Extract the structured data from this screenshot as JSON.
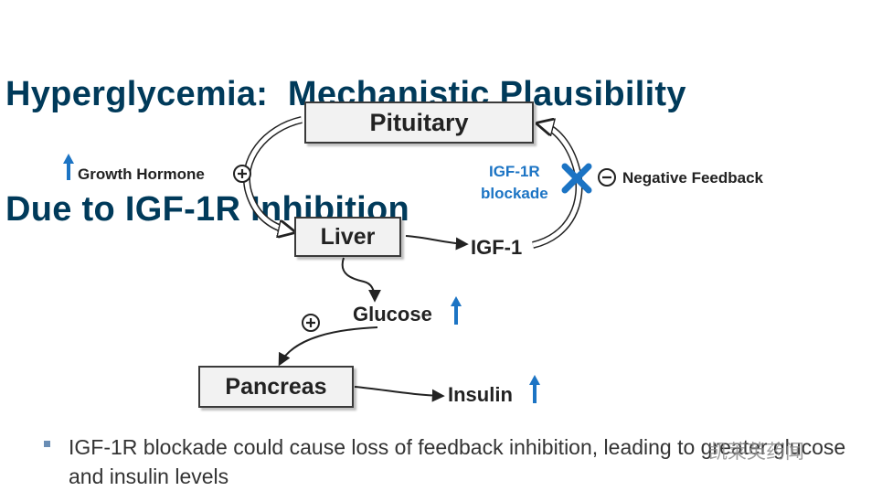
{
  "title": {
    "line1": "Hyperglycemia:  Mechanistic Plausibility",
    "line2": "Due to IGF-1R Inhibition"
  },
  "diagram": {
    "nodes": {
      "pituitary": "Pituitary",
      "liver": "Liver",
      "pancreas": "Pancreas"
    },
    "labels": {
      "growth_hormone": "Growth Hormone",
      "igf1": "IGF-1",
      "glucose": "Glucose",
      "insulin": "Insulin",
      "igf1r_blockade": "IGF-1R\nblockade",
      "negative_feedback": "Negative Feedback"
    },
    "colors": {
      "accent_blue": "#1c74c4",
      "title_navy": "#003a5a"
    }
  },
  "bullet": {
    "text": "IGF-1R blockade could cause loss of feedback inhibition, leading to greater glucose and insulin levels"
  },
  "watermark": {
    "text": "凯莱英药闻"
  }
}
